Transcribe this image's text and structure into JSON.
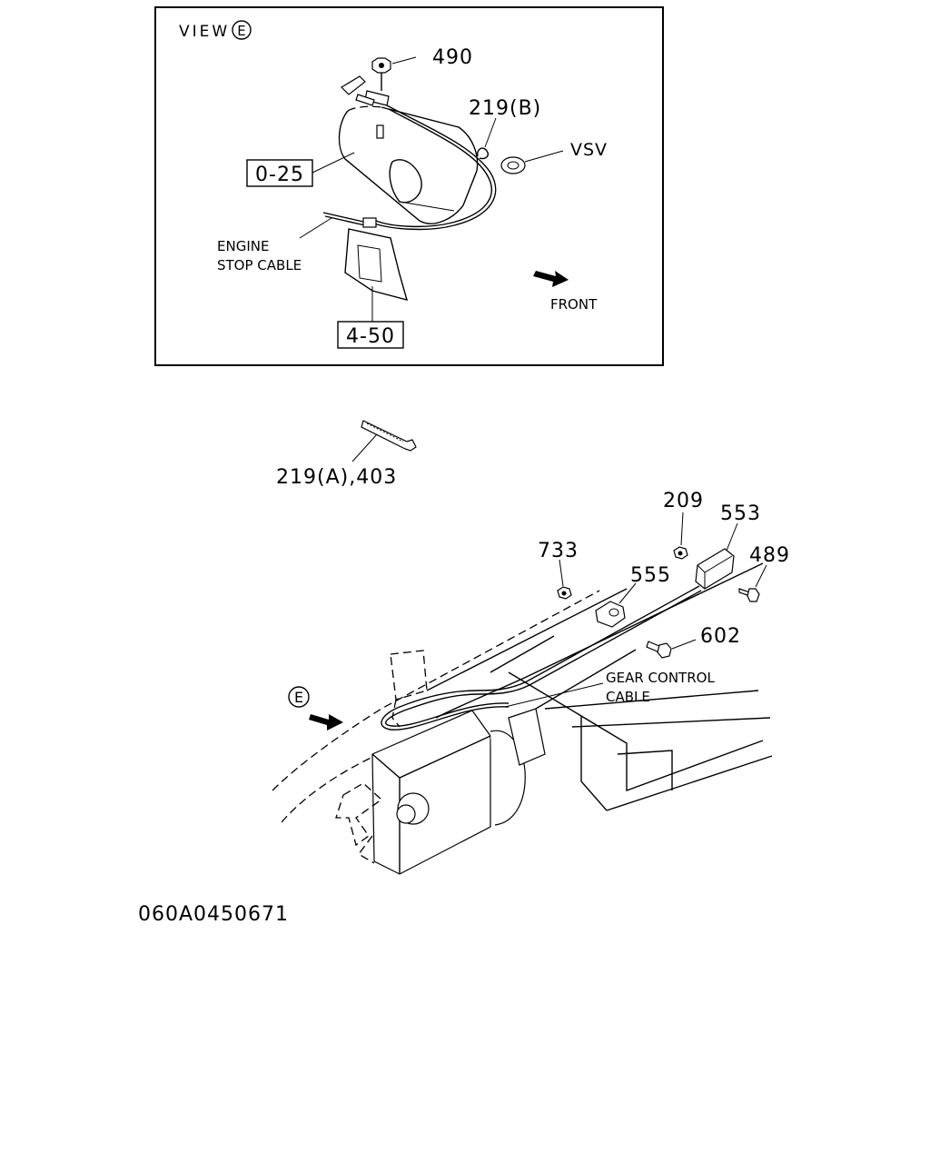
{
  "view_box": {
    "title_prefix": "VIEW",
    "title_mark": "E",
    "callouts": {
      "p490": "490",
      "p219b": "219(B)",
      "vsv": "VSV",
      "ref_0_25": "0-25",
      "engine_stop_1": "ENGINE",
      "engine_stop_2": "STOP CABLE",
      "front": "FRONT",
      "ref_4_50": "4-50"
    }
  },
  "main": {
    "callouts": {
      "p219a_403": "219(A),403",
      "p209": "209",
      "p553": "553",
      "p733": "733",
      "p555": "555",
      "p489": "489",
      "p602": "602",
      "gear_control_1": "GEAR CONTROL",
      "gear_control_2": "CABLE",
      "view_mark": "E"
    }
  },
  "figure_code": "060A0450671"
}
